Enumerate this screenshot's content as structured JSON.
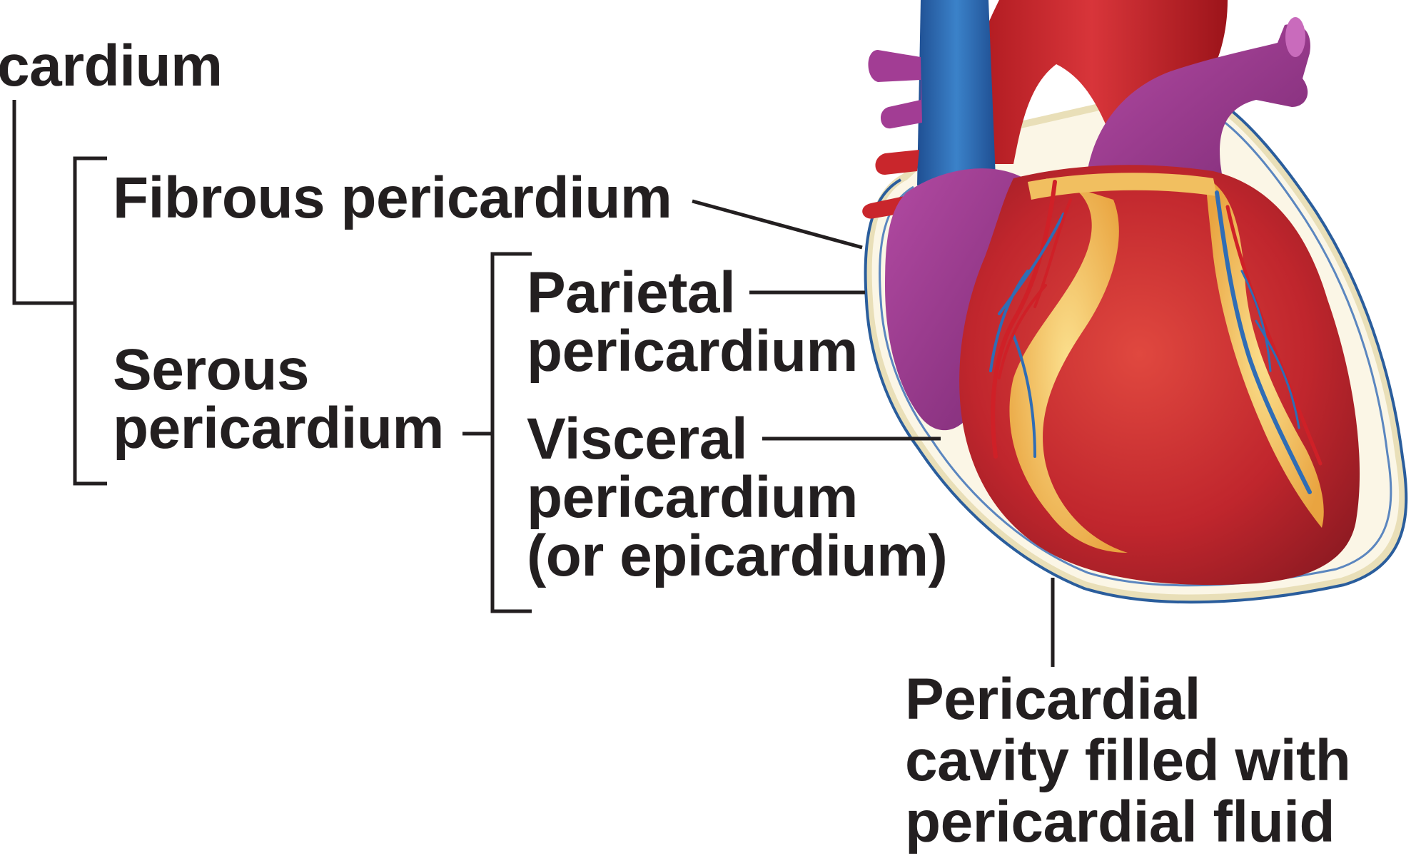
{
  "labels": {
    "pericardium_partial": "cardium",
    "fibrous": "Fibrous pericardium",
    "serous": [
      "Serous",
      "pericardium"
    ],
    "parietal": [
      "Parietal",
      "pericardium"
    ],
    "visceral": [
      "Visceral",
      "pericardium",
      "(or epicardium)"
    ],
    "pericardial_cavity": [
      "Pericardial",
      "cavity filled with",
      "pericardial fluid"
    ]
  },
  "colors": {
    "text": "#231f20",
    "leader_line": "#231f20",
    "heart_red": "#c0262d",
    "heart_dark_red": "#8e1a22",
    "vein_blue": "#2f6db5",
    "pulmonary_purple": "#9b3a8e",
    "fat_yellow": "#f0b954",
    "pericardium_outline": "#2a5d9c"
  },
  "icons": [
    "heart-illustration"
  ]
}
